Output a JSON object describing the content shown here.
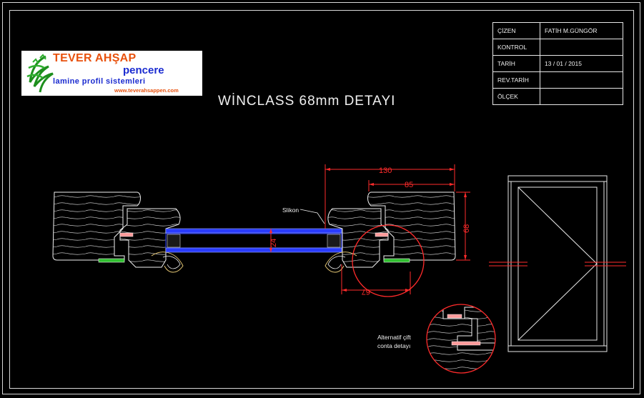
{
  "title_block": {
    "rows": [
      {
        "label": "ÇİZEN",
        "value": "FATİH M.GÜNGÖR"
      },
      {
        "label": "KONTROL",
        "value": ""
      },
      {
        "label": "TARİH",
        "value": "13 / 01 / 2015"
      },
      {
        "label": "REV.TARİH",
        "value": ""
      },
      {
        "label": "ÖLÇEK",
        "value": ""
      }
    ]
  },
  "logo": {
    "brand": "TEVER AHŞAP",
    "product": "pencere",
    "tagline": "lamine profil sistemleri",
    "url": "www.teverahsappen.com"
  },
  "drawing_title": "WİNCLASS 68mm DETAYI",
  "dimensions": {
    "overall": "130",
    "sash": "85",
    "depth": "68",
    "glass": "24",
    "frame": "67"
  },
  "annotations": {
    "silicone": "Slikon",
    "alt_gasket_line1": "Alternatif çift",
    "alt_gasket_line2": "conta detayı"
  },
  "colors": {
    "background": "#000000",
    "dimension": "#ff2b2b",
    "glass": "#2a3cff",
    "gasket_green": "#2fbf2f"
  }
}
